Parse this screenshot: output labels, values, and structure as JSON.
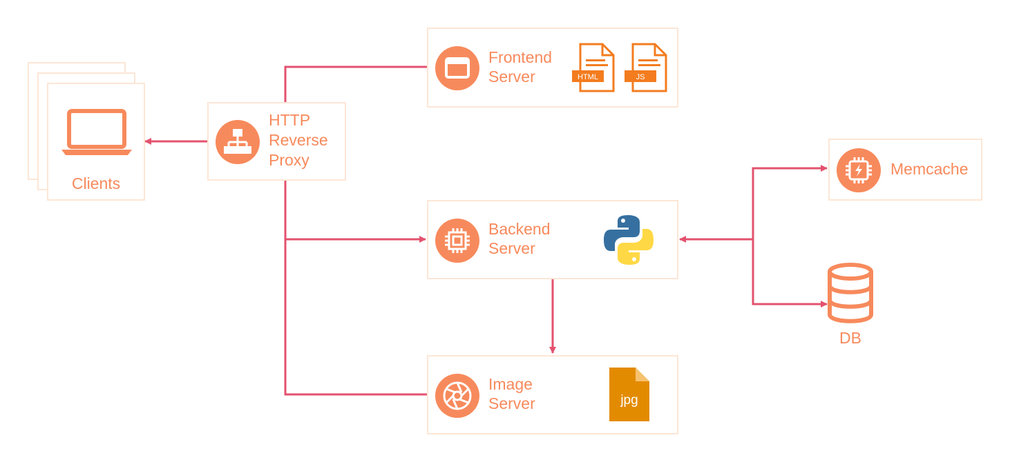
{
  "colors": {
    "accent": "#f78a5c",
    "box_border": "#fde6d6",
    "connector": "#e3526e",
    "file_orange": "#f37c1f",
    "jpg_fill": "#e38b00",
    "python_blue": "#3670a0",
    "python_yellow": "#ffd845"
  },
  "nodes": {
    "clients": {
      "label": "Clients",
      "icon": "laptop-icon"
    },
    "proxy": {
      "line1": "HTTP",
      "line2": "Reverse",
      "line3": "Proxy",
      "icon": "sitemap-icon"
    },
    "frontend": {
      "line1": "Frontend",
      "line2": "Server",
      "icon": "browser-window-icon",
      "files": [
        {
          "tag": "HTML",
          "icon": "html-file-icon"
        },
        {
          "tag": "JS",
          "icon": "js-file-icon"
        }
      ]
    },
    "backend": {
      "line1": "Backend",
      "line2": "Server",
      "icon": "cpu-chip-icon",
      "logo": "python-logo-icon"
    },
    "image": {
      "line1": "Image",
      "line2": "Server",
      "icon": "camera-aperture-icon",
      "file_tag": "jpg",
      "file_icon": "jpg-file-icon"
    },
    "memcache": {
      "label": "Memcache",
      "icon": "lightning-chip-icon"
    },
    "db": {
      "label": "DB",
      "icon": "database-icon"
    }
  },
  "edges": [
    {
      "from": "proxy",
      "to": "clients"
    },
    {
      "from": "proxy",
      "to": "frontend"
    },
    {
      "from": "proxy",
      "to": "backend"
    },
    {
      "from": "proxy",
      "to": "image"
    },
    {
      "from": "backend",
      "to": "image"
    },
    {
      "from": "memcache",
      "to": "backend"
    },
    {
      "from": "backend",
      "to": "memcache"
    },
    {
      "from": "backend",
      "to": "db"
    }
  ]
}
